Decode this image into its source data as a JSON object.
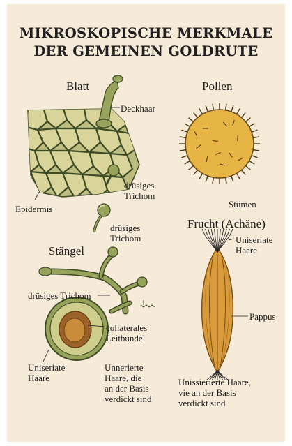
{
  "title": {
    "line1": "MIKROSKOPISCHE MERKMALE",
    "line2": "DER GEMEINEN GOLDRUTE"
  },
  "sections": {
    "blatt": {
      "heading": "Blatt",
      "labels": {
        "deckhaar": "Deckhaar",
        "druesiges_trichom_1": [
          "drüsiges",
          "Trichom"
        ],
        "epidermis": "Epidermis",
        "druesiges_trichom_2": [
          "drüsiges",
          "Trichom"
        ]
      }
    },
    "pollen": {
      "heading": "Pollen",
      "labels": {
        "stuemen": "Stümen"
      }
    },
    "frucht": {
      "heading": "Frucht (Achäne)",
      "labels": {
        "uniseriate_haare": [
          "Uniseriate",
          "Haare"
        ],
        "pappus": "Pappus",
        "unissierierte_haare": [
          "Unissierierte Haare,",
          "vie an der Basis",
          "verdickt sind"
        ]
      }
    },
    "staengel": {
      "heading": "Stängel",
      "labels": {
        "druesiges_trichom": "drüsiges Trichom",
        "collaterales_leitbuendel": [
          "collaterales",
          "Leitbündel"
        ],
        "uniseriate_haare": [
          "Uniseriate",
          "Haare"
        ],
        "unnerierte_haare": [
          "Unnerierte",
          "Haare, die",
          "an der Basis",
          "verdickt sind"
        ]
      }
    }
  },
  "colors": {
    "background": "#f6ead8",
    "leaf_fill": "#bcbd7f",
    "cell_wall": "#3d4a26",
    "pollen_fill": "#e7b446",
    "fruit_fill": "#d99b3a",
    "stem_green": "#97a25a",
    "bundle_brown": "#9a6228",
    "ink": "#1d1d1d"
  }
}
